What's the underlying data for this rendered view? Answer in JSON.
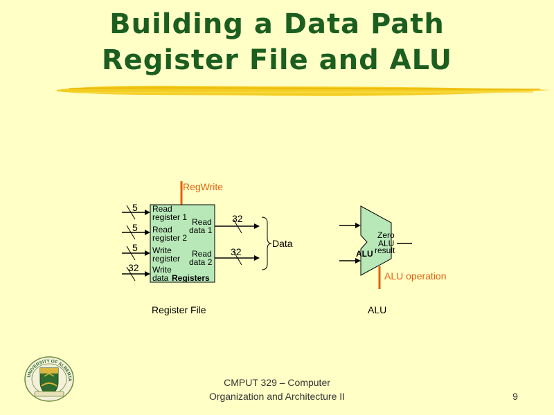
{
  "title": {
    "line1": "Building a Data Path",
    "line2": "Register File and ALU"
  },
  "register_file": {
    "control": "RegWrite",
    "inputs": [
      {
        "width": "5",
        "label_line1": "Read",
        "label_line2": "register 1"
      },
      {
        "width": "5",
        "label_line1": "Read",
        "label_line2": "register 2"
      },
      {
        "width": "5",
        "label_line1": "Write",
        "label_line2": "register"
      },
      {
        "width": "32",
        "label_line1": "Write",
        "label_line2": "data"
      }
    ],
    "block_name": "Registers",
    "outputs": [
      {
        "width": "32",
        "label_line1": "Read",
        "label_line2": "data 1"
      },
      {
        "width": "32",
        "label_line1": "Read",
        "label_line2": "data 2"
      }
    ],
    "brace_label": "Data",
    "caption": "Register File"
  },
  "alu": {
    "name": "ALU",
    "zero": "Zero",
    "result_line1": "ALU",
    "result_line2": "result",
    "control": "ALU operation",
    "caption": "ALU"
  },
  "footer": {
    "line1": "CMPUT 329 – Computer",
    "line2": "Organization and Architecture II",
    "page": "9"
  },
  "logo": {
    "top_text": "UNIVERSITY OF ALBERTA"
  },
  "colors": {
    "background": "#FFFFC6",
    "title": "#1B5E20",
    "control": "#E0620C",
    "alu_fill": "#B8E8B8",
    "brush": "#F2C80F"
  }
}
